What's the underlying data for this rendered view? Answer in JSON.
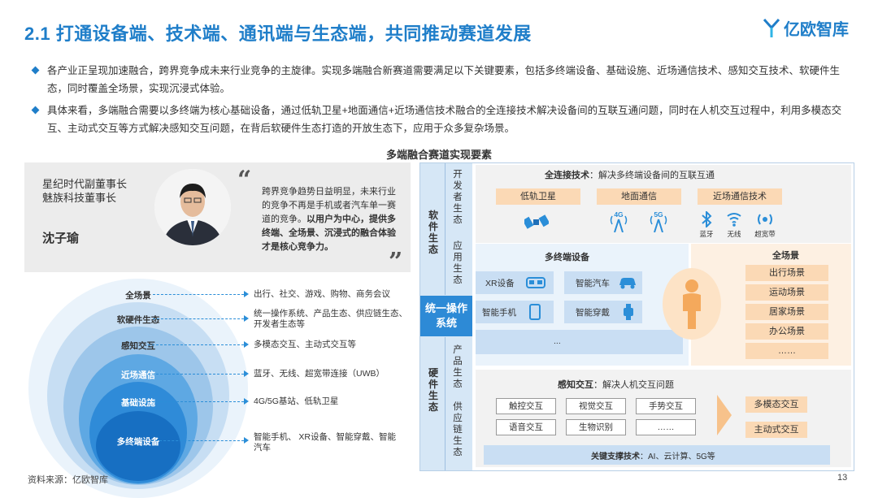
{
  "header": {
    "title": "2.1 打通设备端、技术端、通讯端与生态端，共同推动赛道发展",
    "logo_text": "亿欧智库"
  },
  "bullets": [
    "各产业正呈现加速融合，跨界竞争成未来行业竞争的主旋律。实现多端融合新赛道需要满足以下关键要素，包括多终端设备、基础设施、近场通信技术、感知交互技术、软硬件生态，同时覆盖全场景，实现沉浸式体验。",
    "具体来看，多端融合需要以多终端为核心基础设备，通过低轨卫星+地面通信+近场通信技术融合的全连接技术解决设备间的互联互通问题，同时在人机交互过程中，利用多模态交互、主动式交互等方式解决感知交互问题，在背后软硬件生态打造的开放生态下，应用于众多复杂场景。"
  ],
  "subtitle": "多端融合赛道实现要素",
  "quote": {
    "role_line1": "星纪时代副董事长",
    "role_line2": "魅族科技董事长",
    "name": "沈子瑜",
    "text_plain": "跨界竞争趋势日益明显，未来行业的竞争不再是手机或者汽车单一赛道的竞争。",
    "text_bold": "以用户为中心，提供多终端、全场景、沉浸式的融合体验才是核心竞争力。",
    "open_mark": "“",
    "close_mark": "”"
  },
  "layers": [
    {
      "label": "全场景",
      "desc": "出行、社交、游戏、购物、商务会议"
    },
    {
      "label": "软硬件生态",
      "desc": "统一操作系统、产品生态、供应链生态、开发者生态等"
    },
    {
      "label": "感知交互",
      "desc": "多模态交互、主动式交互等"
    },
    {
      "label": "近场通信",
      "desc": "蓝牙、无线、超宽带连接（UWB）"
    },
    {
      "label": "基础设施",
      "desc": "4G/5G基站、低轨卫星"
    },
    {
      "label": "多终端设备",
      "desc": "智能手机、 XR设备、智能穿戴、智能汽车"
    }
  ],
  "right": {
    "software_eco": "软件生态",
    "developer_eco": "开发者生态",
    "app_eco": "应用生态",
    "os": "统一操作系统",
    "hardware_eco": "硬件生态",
    "product_eco": "产品生态",
    "supply_eco": "供应链生态",
    "full_conn_title": "全连接技术",
    "full_conn_desc": "：解决多终端设备间的互联互通",
    "conn_items": [
      "低轨卫星",
      "地面通信",
      "近场通信技术"
    ],
    "icon_labels": [
      "4G",
      "5G",
      "蓝牙",
      "无线",
      "超宽带"
    ],
    "devices_title": "多终端设备",
    "devices": [
      "XR设备",
      "智能汽车",
      "智能手机",
      "智能穿戴",
      "..."
    ],
    "scenes_title": "全场景",
    "scenes": [
      "出行场景",
      "运动场景",
      "居家场景",
      "办公场景",
      "……"
    ],
    "perception_title": "感知交互",
    "perception_desc": "：解决人机交互问题",
    "perception_items": [
      "触控交互",
      "视觉交互",
      "手势交互",
      "语音交互",
      "生物识别",
      "……"
    ],
    "perception_results": [
      "多模态交互",
      "主动式交互"
    ],
    "support_title": "关键支撑技术",
    "support_desc": "：AI、云计算、5G等"
  },
  "footer": {
    "source": "资料来源：亿欧智库",
    "page": "13"
  },
  "colors": {
    "brand_blue": "#1f7ec9",
    "orange_fill": "#fbd9b5",
    "light_blue": "#d6e7f6"
  }
}
